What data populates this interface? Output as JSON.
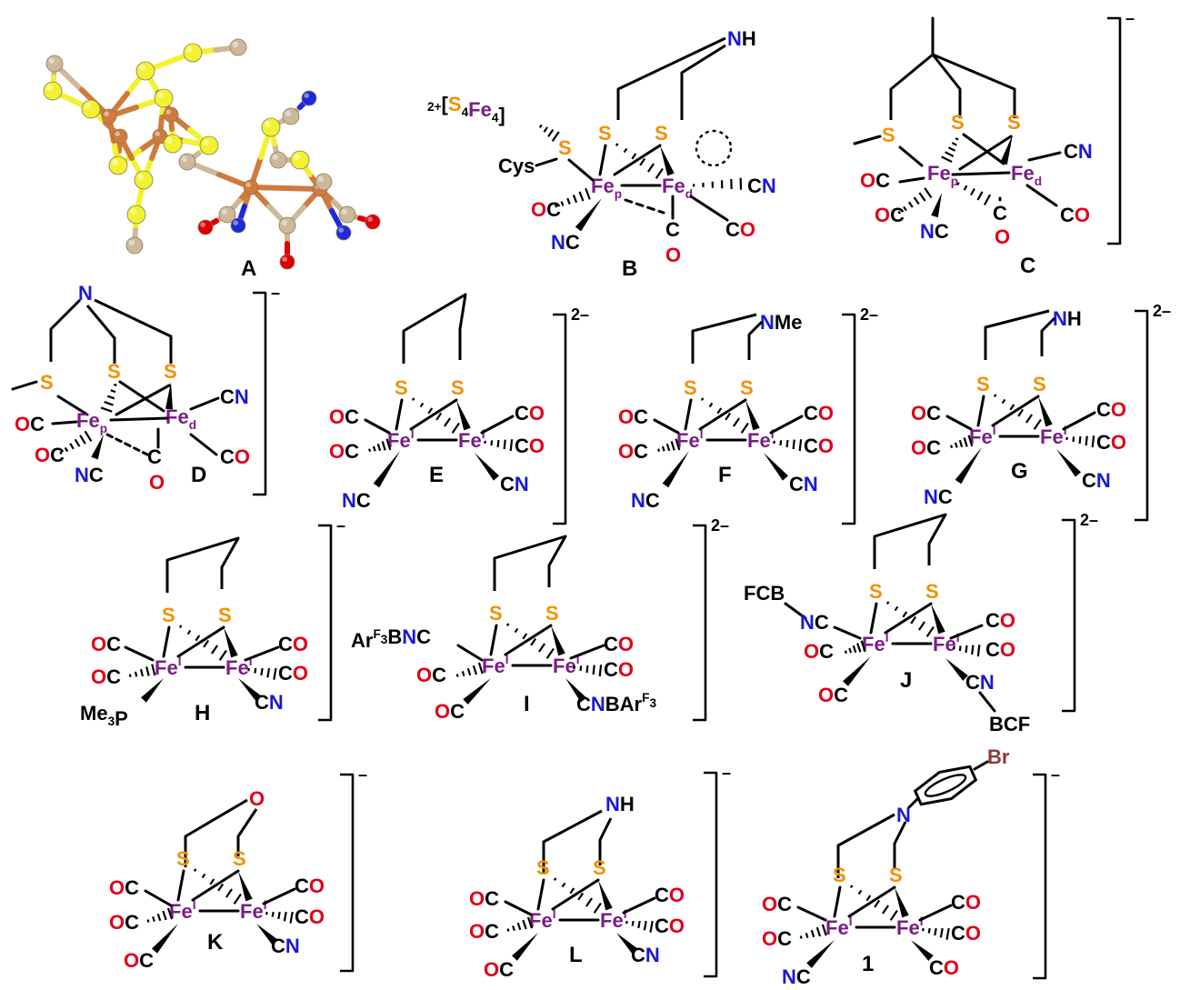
{
  "colors": {
    "bond": "#000000",
    "carbon_oxygen": "#e0001b",
    "nitrogen": "#1a1ad0",
    "sulfur": "#f39000",
    "iron": "#7a1d86",
    "bromine": "#8b3a3a",
    "ball_fe": "#d07a3c",
    "ball_s": "#f2f230",
    "ball_c": "#cdb999",
    "ball_o": "#e00000",
    "ball_n": "#1e2ad8"
  },
  "labels": [
    "A",
    "B",
    "C",
    "D",
    "E",
    "F",
    "G",
    "H",
    "I",
    "J",
    "K",
    "L",
    "1"
  ],
  "charges": {
    "C": "–",
    "D": "–",
    "E": "2–",
    "F": "2–",
    "G": "2–",
    "H": "–",
    "I": "2–",
    "J": "2–",
    "K": "–",
    "L": "–",
    "one": "–"
  },
  "bridgeheads": {
    "B": "NH",
    "C_me": "",
    "D": "N",
    "F": "NMe",
    "G": "NH",
    "K": "O",
    "L": "NH",
    "one": "N",
    "one_br": "Br"
  },
  "ligands": {
    "B_cluster_sup": "2+",
    "B_cluster": "[S4Fe4]",
    "B_cys": "Cys",
    "H_phos": "Me3P",
    "I_left": "ArF3BNC",
    "I_right": "CNBArF3",
    "J_top": "FCB",
    "J_bot": "BCF"
  }
}
